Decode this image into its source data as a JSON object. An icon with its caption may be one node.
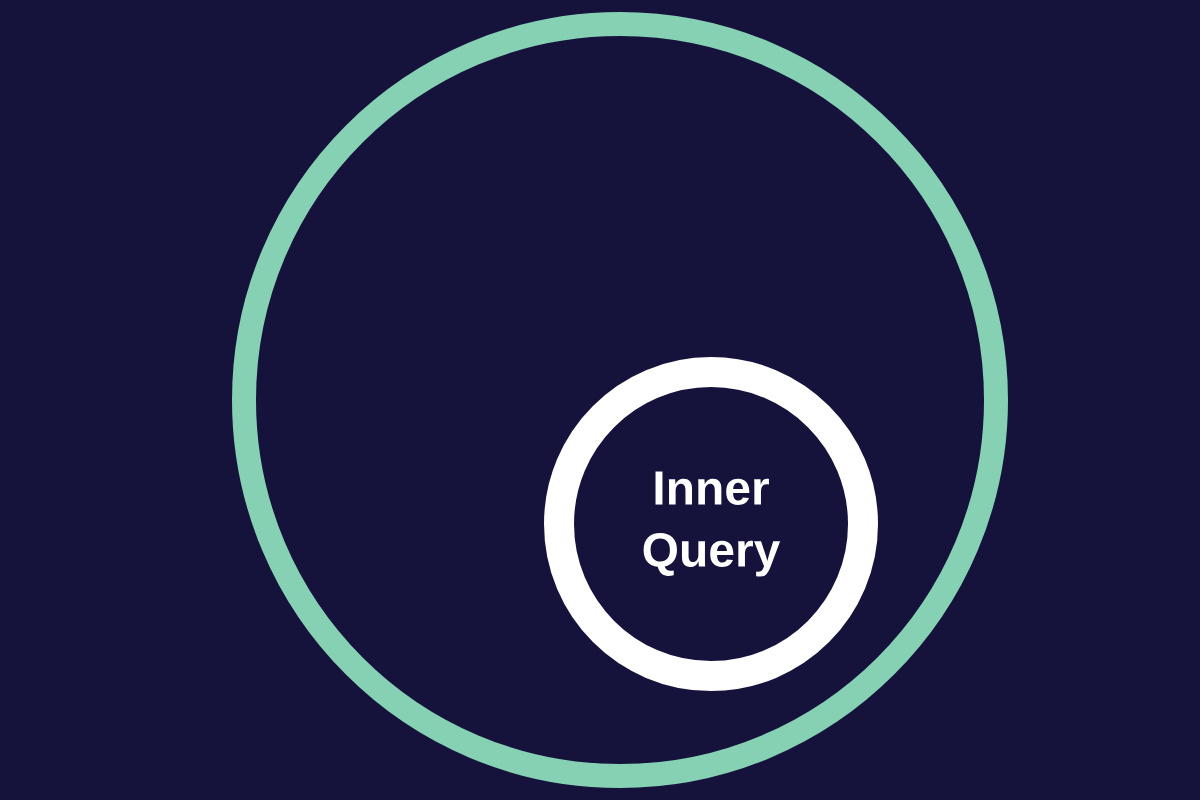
{
  "diagram": {
    "nodes": [
      {
        "text": [],
        "shape": "circle"
      },
      {
        "text": [
          "Inner Query"
        ],
        "in": 0
      }
    ]
  }
}
